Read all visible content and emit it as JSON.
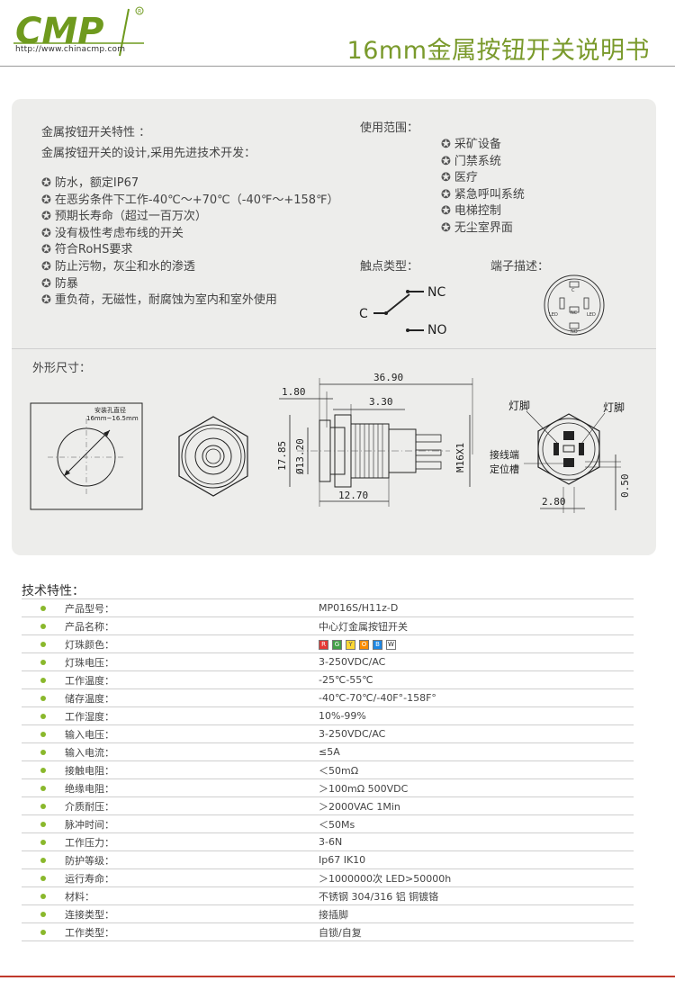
{
  "header": {
    "logo_text": "CMP",
    "logo_url": "http://www.chinacmp.com",
    "title": "16mm金属按钮开关说明书"
  },
  "features": {
    "heading": "金属按钮开关特性 ：",
    "intro": "金属按钮开关的设计,采用先进技术开发：",
    "items": [
      "防水，额定IP67",
      "在恶劣条件下工作-40℃～+70℃（-40℉～+158℉）",
      "预期长寿命（超过一百万次）",
      "没有极性考虑布线的开关",
      "符合RoHS要求",
      "防止污物，灰尘和水的渗透",
      "防暴",
      "重负荷，无磁性，耐腐蚀为室内和室外使用"
    ]
  },
  "usage": {
    "heading": "使用范围：",
    "items": [
      "采矿设备",
      "门禁系统",
      "医疗",
      "紧急呼叫系统",
      "电梯控制",
      "无尘室界面"
    ]
  },
  "contact": {
    "heading": "触点类型：",
    "c": "C",
    "nc": "NC",
    "no": "NO"
  },
  "terminal": {
    "heading": "端子描述：",
    "labels": {
      "c": "C",
      "led_left": "LED",
      "nc": "NC",
      "led_right": "LED",
      "no": "NO"
    }
  },
  "dimensions": {
    "heading": "外形尺寸：",
    "hole_label_1": "安装孔直径",
    "hole_label_2": "16mm~16.5mm",
    "d_36_90": "36.90",
    "d_1_80": "1.80",
    "d_3_30": "3.30",
    "d_17_85": "17.85",
    "d_13_20": "Ø13.20",
    "d_m16": "M16X1",
    "d_12_70": "12.70",
    "lamp_pin_left": "灯脚",
    "lamp_pin_right": "灯脚",
    "term_pos_1": "接线端",
    "term_pos_2": "定位槽",
    "d_2_80": "2.80",
    "d_0_50": "0.50"
  },
  "specs": {
    "heading": "技术特性：",
    "rows": [
      {
        "label": "产品型号：",
        "value": "MP016S/H11z-D"
      },
      {
        "label": "产品名称：",
        "value": "中心灯金属按钮开关"
      },
      {
        "label": "灯珠颜色：",
        "value": ""
      },
      {
        "label": "灯珠电压：",
        "value": "3-250VDC/AC"
      },
      {
        "label": "工作温度：",
        "value": "-25℃-55℃"
      },
      {
        "label": "储存温度：",
        "value": "-40℃-70℃/-40F°-158F°"
      },
      {
        "label": "工作湿度：",
        "value": "10%-99%"
      },
      {
        "label": "输入电压：",
        "value": "3-250VDC/AC"
      },
      {
        "label": "输入电流：",
        "value": "≤5A"
      },
      {
        "label": "接触电阻：",
        "value": "＜50mΩ"
      },
      {
        "label": "绝缘电阻：",
        "value": "＞100mΩ  500VDC"
      },
      {
        "label": "介质耐压：",
        "value": "＞2000VAC  1Min"
      },
      {
        "label": "脉冲时间：",
        "value": "＜50Ms"
      },
      {
        "label": "工作压力：",
        "value": "3-6N"
      },
      {
        "label": "防护等级：",
        "value": "Ip67 IK10"
      },
      {
        "label": "运行寿命：",
        "value": "＞1000000次  LED>50000h"
      },
      {
        "label": "材料：",
        "value": "不锈钢 304/316  铝  铜镀铬"
      },
      {
        "label": "连接类型：",
        "value": "接插脚"
      },
      {
        "label": "工作类型：",
        "value": "自锁/自复"
      }
    ],
    "led_colors": [
      {
        "letter": "R",
        "color": "#e53935"
      },
      {
        "letter": "G",
        "color": "#43a047"
      },
      {
        "letter": "Y",
        "color": "#fdd835"
      },
      {
        "letter": "O",
        "color": "#fb8c00"
      },
      {
        "letter": "B",
        "color": "#1e88e5"
      },
      {
        "letter": "W",
        "color": "#ffffff"
      }
    ]
  }
}
